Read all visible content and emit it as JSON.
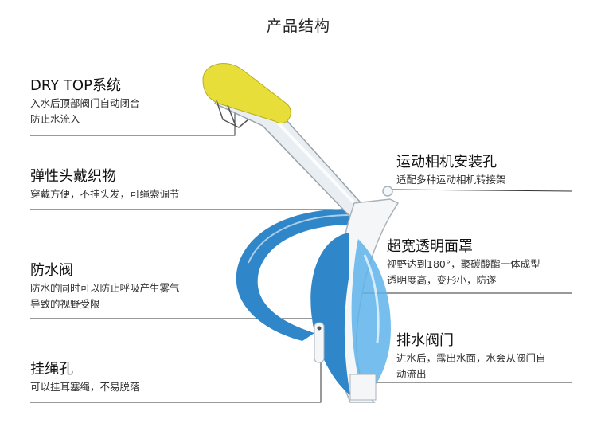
{
  "title": "产品结构",
  "features": [
    {
      "key": "dry_top",
      "heading": "DRY TOP系统",
      "desc": [
        "入水后顶部阀门自动闭合",
        "防止水流入"
      ]
    },
    {
      "key": "elastic_strap",
      "heading": "弹性头戴织物",
      "desc": [
        "穿戴方便，不挂头发，可绳索调节"
      ]
    },
    {
      "key": "anti_fog_valve",
      "heading": "防水阀",
      "desc": [
        "防水的同时可以防止呼吸产生雾气",
        "导致的视野受限"
      ]
    },
    {
      "key": "lanyard_hole",
      "heading": "挂绳孔",
      "desc": [
        "可以挂耳塞绳，不易脱落"
      ]
    },
    {
      "key": "camera_mount",
      "heading": "运动相机安装孔",
      "desc": [
        "适配多种运动相机转接架"
      ]
    },
    {
      "key": "wide_mask",
      "heading": "超宽透明面罩",
      "desc": [
        "视野达到180°，聚碳酸酯一体成型",
        "透明度高，变形小，防遂"
      ]
    },
    {
      "key": "drain_valve",
      "heading": "排水阀门",
      "desc": [
        "进水后，露出水面，水会从阀门自",
        "动流出"
      ]
    }
  ],
  "colors": {
    "snorkel_top": "#E8DE3A",
    "strap_blue": "#2F86C8",
    "frame_white": "#F4F6F8",
    "lens_blue": "#5EB3EA",
    "line": "#333333"
  }
}
